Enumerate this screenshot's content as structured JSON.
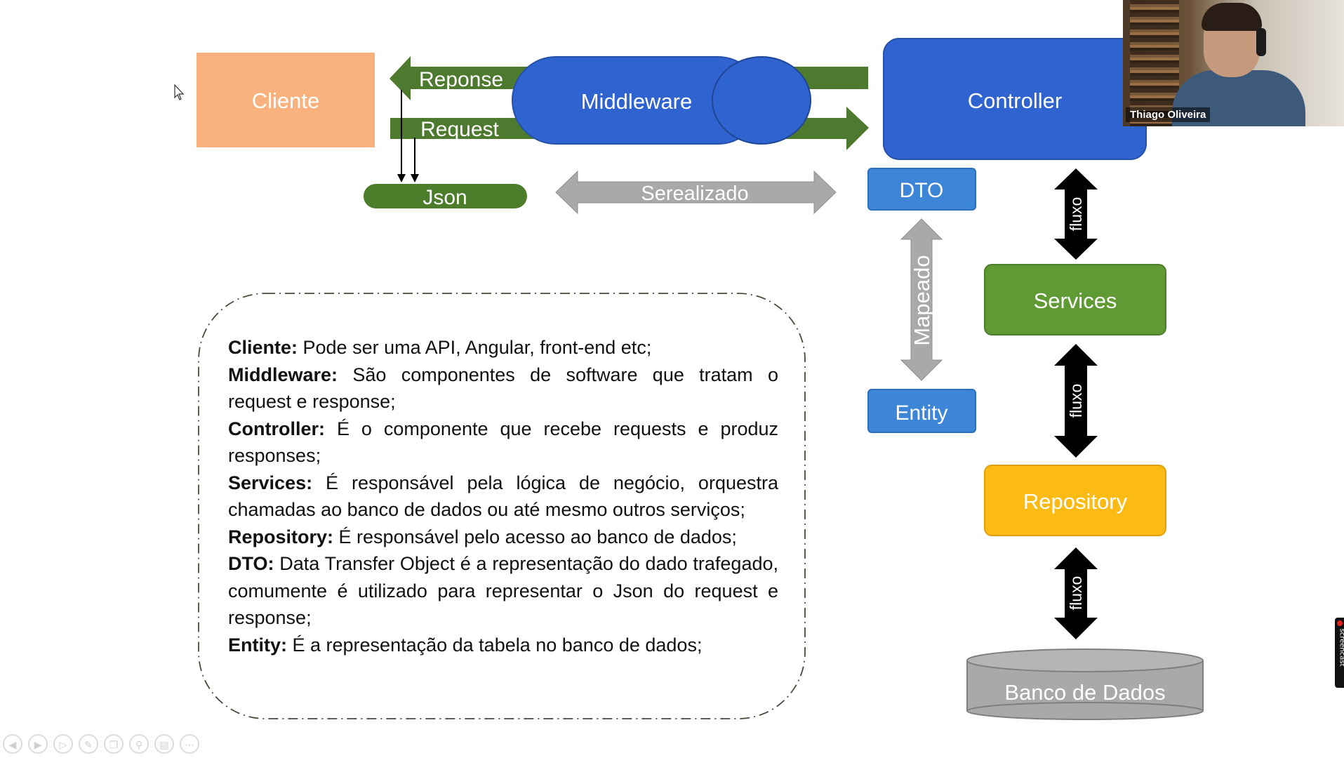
{
  "diagram": {
    "cliente": "Cliente",
    "middleware": "Middleware",
    "controller": "Controller",
    "reponse_label": "Reponse",
    "request_label": "Request",
    "json_label": "Json",
    "serealizado_label": "Serealizado",
    "dto": "DTO",
    "entity": "Entity",
    "mapeado_label": "Mapeado",
    "services": "Services",
    "repository": "Repository",
    "banco": "Banco de Dados",
    "fluxo_1": "fluxo",
    "fluxo_2": "fluxo",
    "fluxo_3": "fluxo"
  },
  "descriptions": [
    {
      "term": "Cliente:",
      "text": " Pode ser uma API, Angular, front-end etc;"
    },
    {
      "term": "Middleware:",
      "text": " São componentes de software que tratam o request e response;"
    },
    {
      "term": "Controller:",
      "text": " É o componente que recebe requests e produz responses;"
    },
    {
      "term": "Services:",
      "text": " É responsável pela lógica de negócio, orquestra chamadas ao banco de dados ou até mesmo outros serviços;"
    },
    {
      "term": "Repository:",
      "text": " É responsável pelo acesso ao banco de dados;"
    },
    {
      "term": "DTO:",
      "text": " Data Transfer Object é a representação do dado trafegado, comumente é utilizado para representar o Json do request e response;"
    },
    {
      "term": "Entity:",
      "text": " É a representação da tabela no banco de dados;"
    }
  ],
  "webcam": {
    "name": "Thiago Oliveira"
  },
  "recorder": {
    "label": "screencast"
  },
  "colors": {
    "cliente": "#f9b27e",
    "blue": "#2f63d0",
    "light_blue": "#3d85d6",
    "green_arrow": "#4e7a2f",
    "services": "#5f9a35",
    "repository": "#fbbb14",
    "gray": "#a9a9a9",
    "json": "#4b7d2b"
  },
  "toolbar_icons": [
    "back-icon",
    "forward-icon",
    "play-icon",
    "pen-icon",
    "copy-icon",
    "zoom-icon",
    "screen-icon",
    "more-icon"
  ]
}
